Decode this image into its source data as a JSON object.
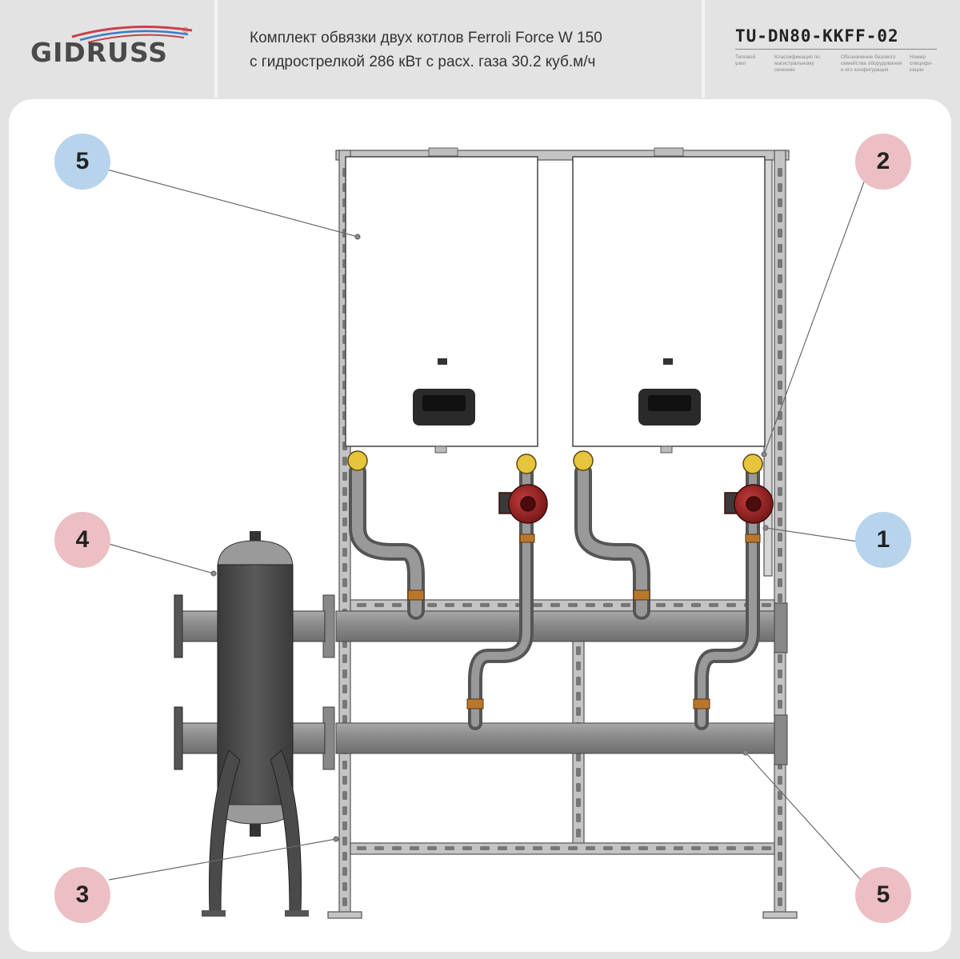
{
  "header": {
    "logo_text": "GIDRUSS",
    "logo_mark": "®",
    "title_line1": "Комплект обвязки двух котлов Ferroli Force W 150",
    "title_line2": "с гидрострелкой 286 кВт с расх. газа 30.2 куб.м/ч",
    "code": "TU-DN80-KKFF-02",
    "code_captions": [
      "Типовой узел",
      "Классификация по магистральному сечению",
      "Обозначение базового семейства оборудования и его конфигурация",
      "Номер специфи­кации"
    ]
  },
  "callouts": [
    {
      "label": "5",
      "color": "#b8d4ec"
    },
    {
      "label": "2",
      "color": "#ecbfc4"
    },
    {
      "label": "4",
      "color": "#ecbfc4"
    },
    {
      "label": "1",
      "color": "#b8d4ec"
    },
    {
      "label": "3",
      "color": "#ecbfc4"
    },
    {
      "label": "5",
      "color": "#ecbfc4"
    }
  ],
  "colors": {
    "frame": "#b9b9b9",
    "pipe": "#8e8e8e",
    "separator": "#4d4d4d",
    "boiler": "#ffffff",
    "pump": "#9c1f1f",
    "valve": "#e2c13a",
    "fitting": "#b8772e"
  }
}
